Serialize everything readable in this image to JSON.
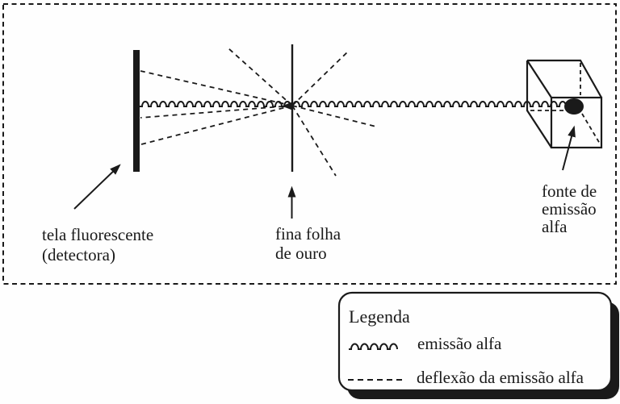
{
  "diagram": {
    "screen_label": {
      "lines": [
        "tela fluorescente",
        "(detectora)"
      ]
    },
    "foil_label": {
      "lines": [
        "fina folha",
        "de ouro"
      ]
    },
    "source_label": {
      "lines": [
        "fonte de",
        "emissão",
        "alfa"
      ]
    },
    "legend": {
      "title": "Legenda",
      "items": [
        {
          "symbol": "wavy-line",
          "label": "emissão alfa"
        },
        {
          "symbol": "dashed-line",
          "label": "deflexão da emissão alfa"
        }
      ]
    },
    "colors": {
      "ink": "#1a1a1a",
      "background": "#fefefe"
    }
  }
}
